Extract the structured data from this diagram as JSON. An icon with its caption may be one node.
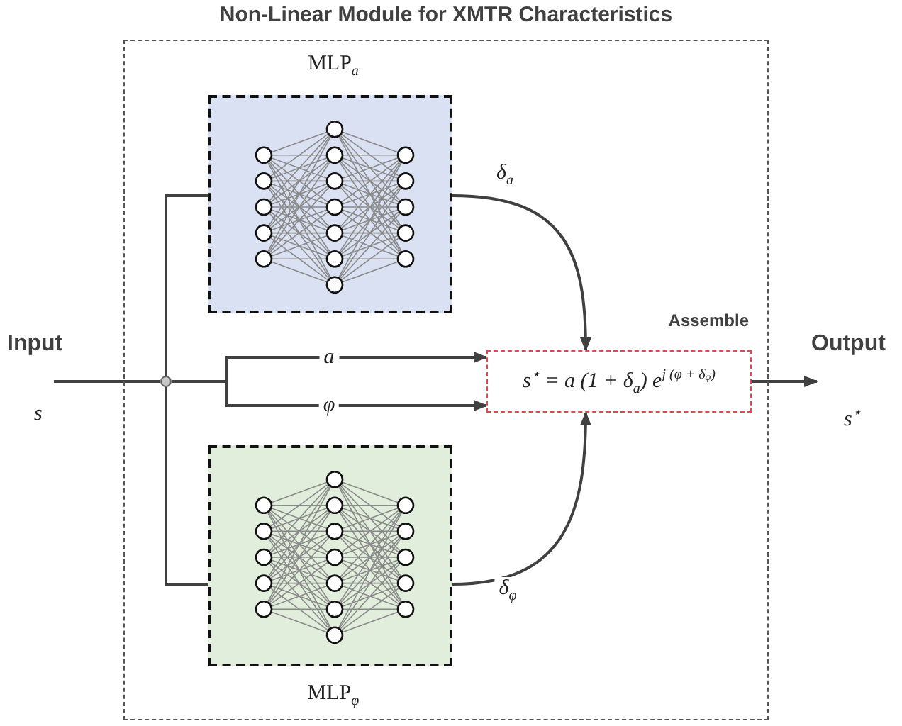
{
  "diagram": {
    "title": "Non-Linear Module for XMTR Characteristics",
    "nodes": [
      {
        "text": [],
        "shape": "box"
      },
      {
        "text": [],
        "shape": "circle",
        "in": 0
      },
      {
        "text": [
          "MLP$_{a}$"
        ],
        "in": 0
      },
      {
        "text": [
          "MLP$_{φ}$"
        ],
        "in": 0
      },
      {
        "text": [
          "Assemble",
          "s$^{⋆}$ = a (1 + δ$_{a}$) e$^{j (φ + δ}$$_{φ}$$^{)}$"
        ],
        "in": 0
      }
    ],
    "edges": [
      {
        "from": null,
        "to": 1,
        "arrow": "none"
      },
      {
        "from": 1,
        "to": 2,
        "arrow": "none"
      },
      {
        "from": 1,
        "to": 3,
        "arrow": "none"
      },
      {
        "from": 1,
        "to": 4,
        "label": "a",
        "arrow": "to"
      },
      {
        "from": 1,
        "to": 4,
        "label": "φ",
        "arrow": "to"
      },
      {
        "from": 2,
        "to": 4,
        "label": "δ$_{a}$",
        "arrow": "to"
      },
      {
        "from": 3,
        "to": 4,
        "label": "δ$_{φ}$",
        "arrow": "to"
      },
      {
        "from": 4,
        "to": null,
        "arrow": "to"
      }
    ],
    "labels": [
      "Input",
      "s",
      "Output",
      "s$^{⋆}$"
    ]
  }
}
